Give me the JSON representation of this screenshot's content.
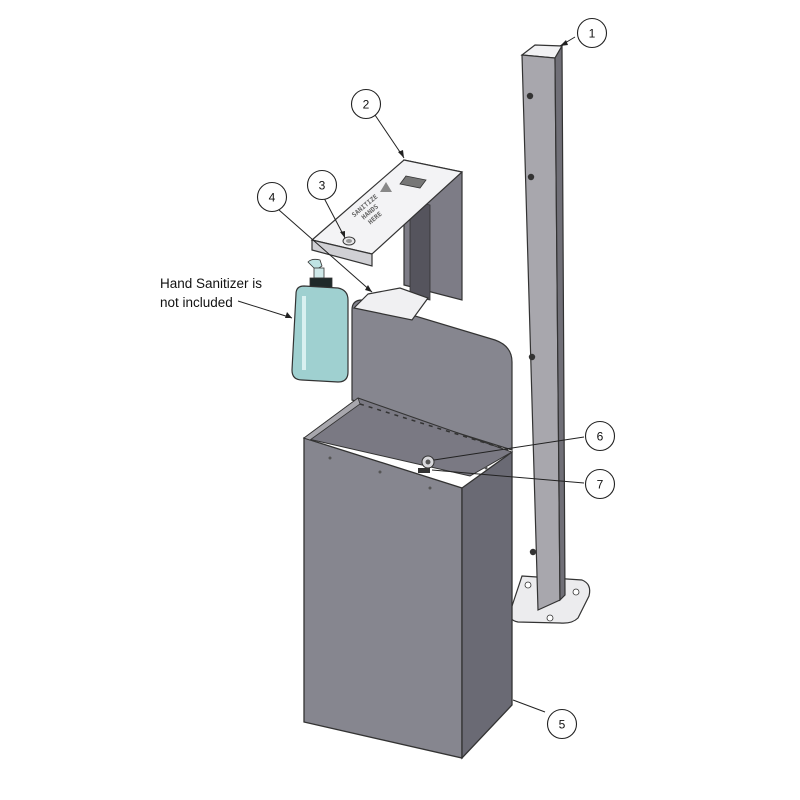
{
  "callouts": [
    {
      "id": "1",
      "label": "1"
    },
    {
      "id": "2",
      "label": "2"
    },
    {
      "id": "3",
      "label": "3"
    },
    {
      "id": "4",
      "label": "4"
    },
    {
      "id": "5",
      "label": "5"
    },
    {
      "id": "6",
      "label": "6"
    },
    {
      "id": "7",
      "label": "7"
    }
  ],
  "note": {
    "line1": "Hand Sanitizer is",
    "line2": "not included"
  },
  "sign": {
    "line1": "SANITIZE",
    "line2": "HANDS",
    "line3": "HERE"
  },
  "colors": {
    "sheet_metal": "#86868f",
    "sheet_metal_dark": "#5f5f68",
    "post_face": "#a8a7ad",
    "post_side": "#706f77",
    "bottle": "#9fd0d0",
    "outline": "#222222"
  }
}
